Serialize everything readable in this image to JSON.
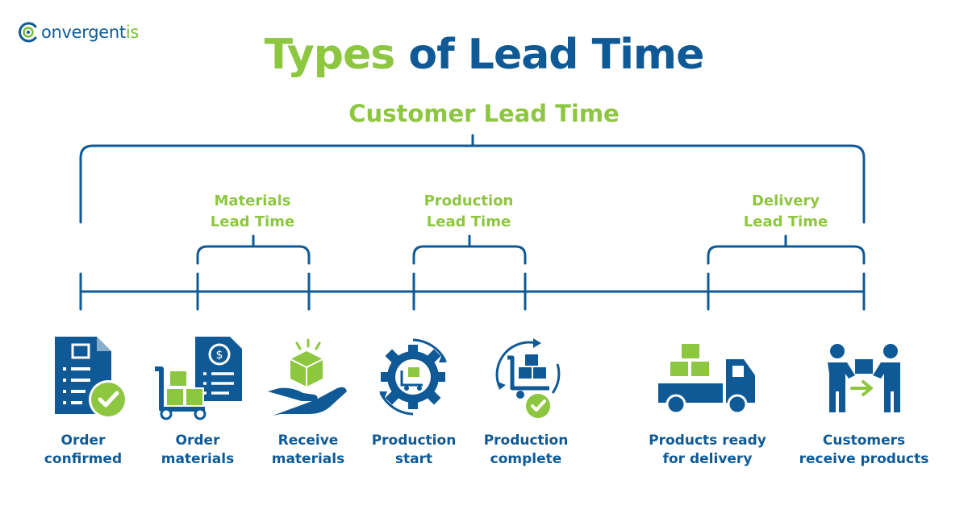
{
  "brand": {
    "logo_text_1": "onvergent",
    "logo_text_2": "is",
    "blue": "#0f5a96",
    "green": "#8dc63f"
  },
  "title": {
    "part1": "Types",
    "part2": "of Lead Time"
  },
  "spans": {
    "customer": "Customer Lead Time",
    "materials": [
      "Materials",
      "Lead Time"
    ],
    "production": [
      "Production",
      "Lead Time"
    ],
    "delivery": [
      "Delivery",
      "Lead Time"
    ]
  },
  "steps": [
    {
      "line1": "Order",
      "line2": "confirmed",
      "icon": "document-checkmark-icon"
    },
    {
      "line1": "Order",
      "line2": "materials",
      "icon": "cart-invoice-icon"
    },
    {
      "line1": "Receive",
      "line2": "materials",
      "icon": "hand-box-icon"
    },
    {
      "line1": "Production",
      "line2": "start",
      "icon": "gear-cart-icon"
    },
    {
      "line1": "Production",
      "line2": "complete",
      "icon": "cycle-cart-check-icon"
    },
    {
      "line1": "Products ready",
      "line2": "for delivery",
      "icon": "delivery-truck-icon"
    },
    {
      "line1": "Customers",
      "line2": "receive products",
      "icon": "handover-people-icon"
    }
  ]
}
